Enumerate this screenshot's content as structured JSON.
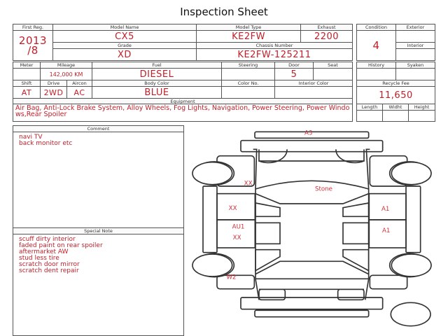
{
  "title": "Inspection Sheet",
  "labels": {
    "first_reg": "First Reg.",
    "model_name": "Model Name",
    "model_type": "Model Type",
    "exhaust": "Exhaust",
    "grade": "Grade",
    "chassis": "Chassis Number",
    "condition": "Condition",
    "exterior": "Exterior",
    "interior": "Interior",
    "meter": "Meter",
    "mileage": "Mileage",
    "fuel": "Fuel",
    "steering": "Steering",
    "door": "Door",
    "seat": "Seat",
    "shift": "Shift",
    "drive": "Drive",
    "aircon": "Aircon",
    "body_color": "Body Color",
    "color_no": "Color No.",
    "interior_color": "Interior Color",
    "equipment": "Equipment",
    "history": "History",
    "syaken": "Syaken",
    "recycle_fee": "Recycle Fee",
    "length": "Length",
    "width": "Widht",
    "height": "Height",
    "comment": "Comment",
    "special_note": "Special Note"
  },
  "values": {
    "first_reg_year": "2013",
    "first_reg_month": "/8",
    "model_name": "CX5",
    "model_type": "KE2FW",
    "exhaust": "2200",
    "grade": "XD",
    "chassis": "KE2FW-125211",
    "condition": "4",
    "mileage": "142,000 KM",
    "fuel": "DIESEL",
    "door": "5",
    "shift": "AT",
    "drive": "2WD",
    "aircon": "AC",
    "body_color": "BLUE",
    "recycle_fee": "11,650",
    "equipment": "Air Bag, Anti-Lock Brake System, Alloy Wheels, Fog Lights, Navigation, Power Steering, Power Windows,Rear Spoiler"
  },
  "comment_lines": [
    "navi TV",
    "back monitor etc"
  ],
  "special_note_lines": [
    "scuff dirty interior",
    "faded paint on rear spoiler",
    "aftermarket AW",
    "stud less tire",
    "scratch door mirror",
    "scratch dent repair"
  ],
  "damage_marks": {
    "rear_bumper": "A3",
    "left_front_pillar": "XX",
    "roof": "Stone",
    "left_front_door": "XX",
    "left_rear_door_1": "AU1",
    "left_rear_door_2": "XX",
    "left_rear_wheel": "W2",
    "right_front_door": "A1",
    "right_rear_door": "A1"
  }
}
